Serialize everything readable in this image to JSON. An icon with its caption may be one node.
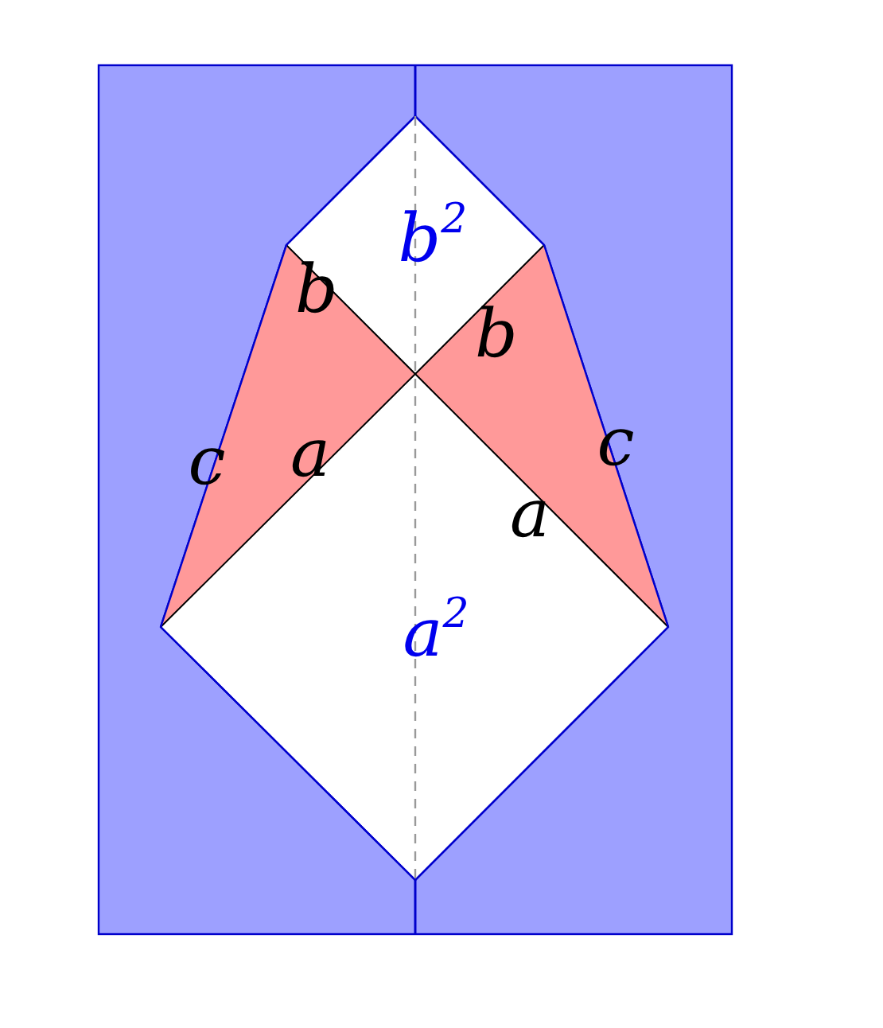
{
  "diagram": {
    "labels": [
      "b",
      "b$^{2}$",
      "b",
      "c",
      "a",
      "c",
      "a",
      "a$^{2}$"
    ]
  }
}
